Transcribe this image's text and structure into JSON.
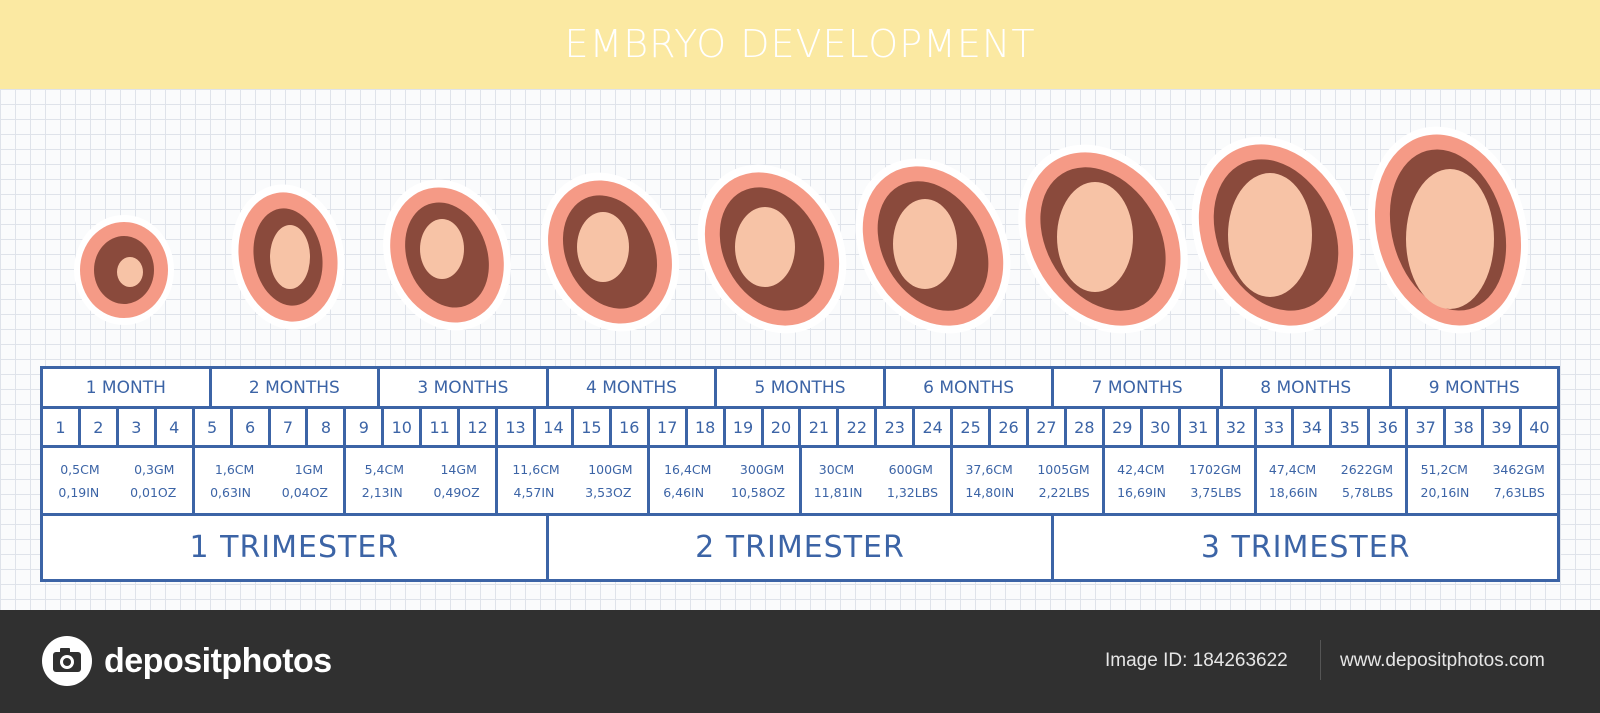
{
  "header": {
    "title": "EMBRYO DEVELOPMENT",
    "background": "#fbe9a2"
  },
  "months": [
    "1 MONTH",
    "2 MONTHS",
    "3 MONTHS",
    "4 MONTHS",
    "5 MONTHS",
    "6 MONTHS",
    "7 MONTHS",
    "8 MONTHS",
    "9 MONTHS"
  ],
  "weeks": [
    "1",
    "2",
    "3",
    "4",
    "5",
    "6",
    "7",
    "8",
    "9",
    "10",
    "11",
    "12",
    "13",
    "14",
    "15",
    "16",
    "17",
    "18",
    "19",
    "20",
    "21",
    "22",
    "23",
    "24",
    "25",
    "26",
    "27",
    "28",
    "29",
    "30",
    "31",
    "32",
    "33",
    "34",
    "35",
    "36",
    "37",
    "38",
    "39",
    "40"
  ],
  "measurements": [
    {
      "length_cm": "0,5CM",
      "weight_g": "0,3GM",
      "length_in": "0,19IN",
      "weight_oz": "0,01OZ"
    },
    {
      "length_cm": "1,6CM",
      "weight_g": "1GM",
      "length_in": "0,63IN",
      "weight_oz": "0,04OZ"
    },
    {
      "length_cm": "5,4CM",
      "weight_g": "14GM",
      "length_in": "2,13IN",
      "weight_oz": "0,49OZ"
    },
    {
      "length_cm": "11,6CM",
      "weight_g": "100GM",
      "length_in": "4,57IN",
      "weight_oz": "3,53OZ"
    },
    {
      "length_cm": "16,4CM",
      "weight_g": "300GM",
      "length_in": "6,46IN",
      "weight_oz": "10,58OZ"
    },
    {
      "length_cm": "30CM",
      "weight_g": "600GM",
      "length_in": "11,81IN",
      "weight_oz": "1,32LBS"
    },
    {
      "length_cm": "37,6CM",
      "weight_g": "1005GM",
      "length_in": "14,80IN",
      "weight_oz": "2,22LBS"
    },
    {
      "length_cm": "42,4CM",
      "weight_g": "1702GM",
      "length_in": "16,69IN",
      "weight_oz": "3,75LBS"
    },
    {
      "length_cm": "47,4CM",
      "weight_g": "2622GM",
      "length_in": "18,66IN",
      "weight_oz": "5,78LBS"
    },
    {
      "length_cm": "51,2CM",
      "weight_g": "3462GM",
      "length_in": "20,16IN",
      "weight_oz": "7,63LBS"
    }
  ],
  "trimesters": [
    "1 TRIMESTER",
    "2 TRIMESTER",
    "3 TRIMESTER"
  ],
  "embryo_stages": [
    "stage-1",
    "stage-2",
    "stage-3",
    "stage-4",
    "stage-5",
    "stage-6",
    "stage-7",
    "stage-8",
    "stage-9"
  ],
  "colors": {
    "table_line": "#3c64a6",
    "womb_outer": "#f59a86",
    "womb_inner": "#8a4a3c",
    "embryo": "#f7c3a6"
  },
  "footer": {
    "brand": "depositphotos",
    "image_id": "Image ID: 184263622",
    "site": "www.depositphotos.com"
  }
}
